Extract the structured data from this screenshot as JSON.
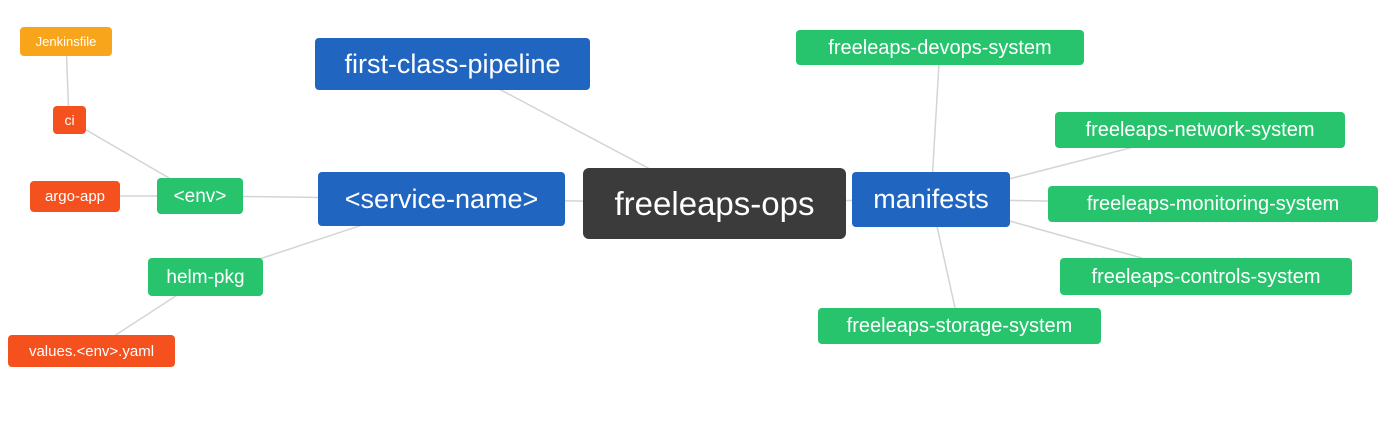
{
  "diagram": {
    "type": "mindmap",
    "root": "freeleaps-ops",
    "nodes": [
      {
        "id": "jenkinsfile",
        "label": "Jenkinsfile",
        "color": "amber"
      },
      {
        "id": "ci",
        "label": "ci",
        "color": "orange"
      },
      {
        "id": "argo-app",
        "label": "argo-app",
        "color": "orange"
      },
      {
        "id": "env",
        "label": "<env>",
        "color": "green"
      },
      {
        "id": "helm-pkg",
        "label": "helm-pkg",
        "color": "green"
      },
      {
        "id": "values-env-yaml",
        "label": "values.<env>.yaml",
        "color": "orange"
      },
      {
        "id": "first-class-pipeline",
        "label": "first-class-pipeline",
        "color": "blue"
      },
      {
        "id": "service-name",
        "label": "<service-name>",
        "color": "blue"
      },
      {
        "id": "freeleaps-ops",
        "label": "freeleaps-ops",
        "color": "dark"
      },
      {
        "id": "manifests",
        "label": "manifests",
        "color": "blue"
      },
      {
        "id": "freeleaps-devops-system",
        "label": "freeleaps-devops-system",
        "color": "green"
      },
      {
        "id": "freeleaps-network-system",
        "label": "freeleaps-network-system",
        "color": "green"
      },
      {
        "id": "freeleaps-monitoring-system",
        "label": "freeleaps-monitoring-system",
        "color": "green"
      },
      {
        "id": "freeleaps-controls-system",
        "label": "freeleaps-controls-system",
        "color": "green"
      },
      {
        "id": "freeleaps-storage-system",
        "label": "freeleaps-storage-system",
        "color": "green"
      }
    ],
    "edges": [
      [
        "jenkinsfile",
        "ci"
      ],
      [
        "ci",
        "env"
      ],
      [
        "argo-app",
        "env"
      ],
      [
        "env",
        "service-name"
      ],
      [
        "helm-pkg",
        "service-name"
      ],
      [
        "values-env-yaml",
        "helm-pkg"
      ],
      [
        "first-class-pipeline",
        "freeleaps-ops"
      ],
      [
        "service-name",
        "freeleaps-ops"
      ],
      [
        "freeleaps-ops",
        "manifests"
      ],
      [
        "manifests",
        "freeleaps-devops-system"
      ],
      [
        "manifests",
        "freeleaps-network-system"
      ],
      [
        "manifests",
        "freeleaps-monitoring-system"
      ],
      [
        "manifests",
        "freeleaps-controls-system"
      ],
      [
        "manifests",
        "freeleaps-storage-system"
      ]
    ],
    "colors": {
      "blue": "#2065c0",
      "green": "#27c46d",
      "orange": "#f4511e",
      "amber": "#f8a51b",
      "dark": "#3b3b3b",
      "edge": "#d4d4d4"
    }
  }
}
